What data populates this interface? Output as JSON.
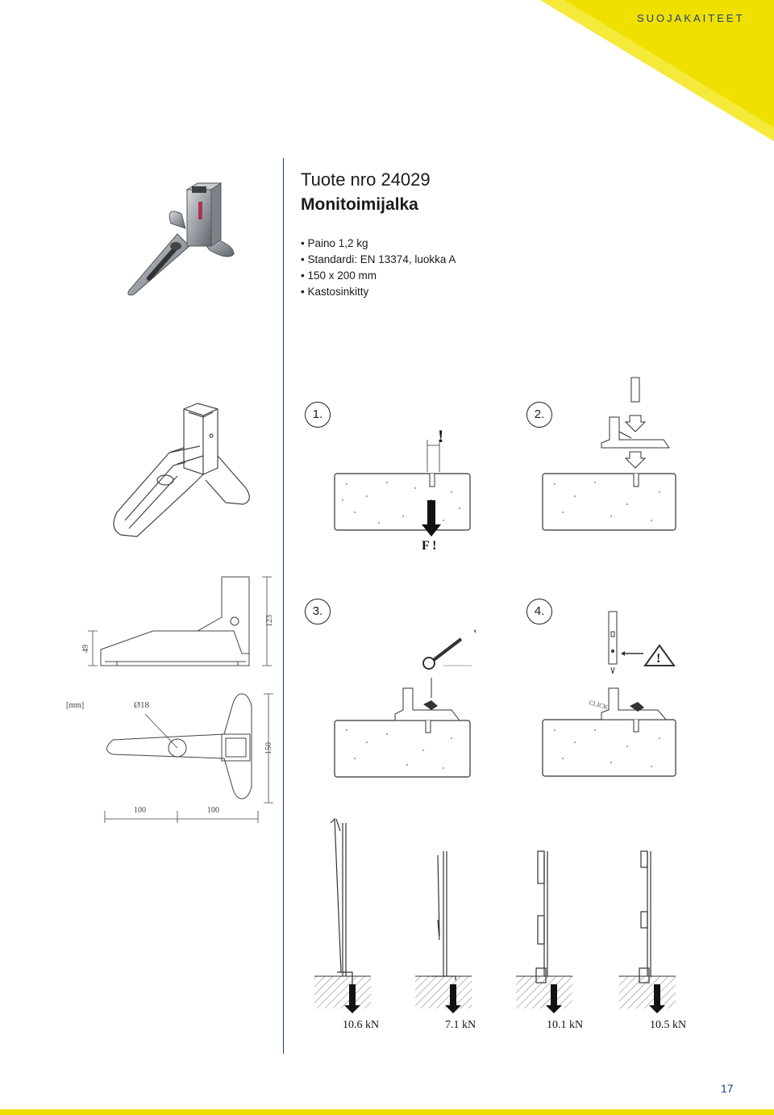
{
  "header": {
    "section_label": "SUOJAKAITEET"
  },
  "product": {
    "number_label": "Tuote nro 24029",
    "name": "Monitoimijalka",
    "specs": [
      "Paino 1,2 kg",
      "Standardi: EN 13374, luokka A",
      "150 x 200 mm",
      "Kastosinkitty"
    ]
  },
  "dimensions": {
    "height_123": "123",
    "height_49": "49",
    "unit": "[mm]",
    "hole_diameter": "Ø18",
    "depth_150": "150",
    "width_a": "100",
    "width_b": "100"
  },
  "steps": {
    "s1": "1.",
    "s2": "2.",
    "s3": "3.",
    "s4": "4.",
    "force_mark": "F !",
    "exclamation": "!",
    "click": "CLICK"
  },
  "loads": [
    "10.6 kN",
    "7.1 kN",
    "10.1 kN",
    "10.5 kN"
  ],
  "footer": {
    "page_number": "17"
  },
  "colors": {
    "accent_yellow": "#f0e000",
    "brand_blue": "#1c3e8c"
  }
}
